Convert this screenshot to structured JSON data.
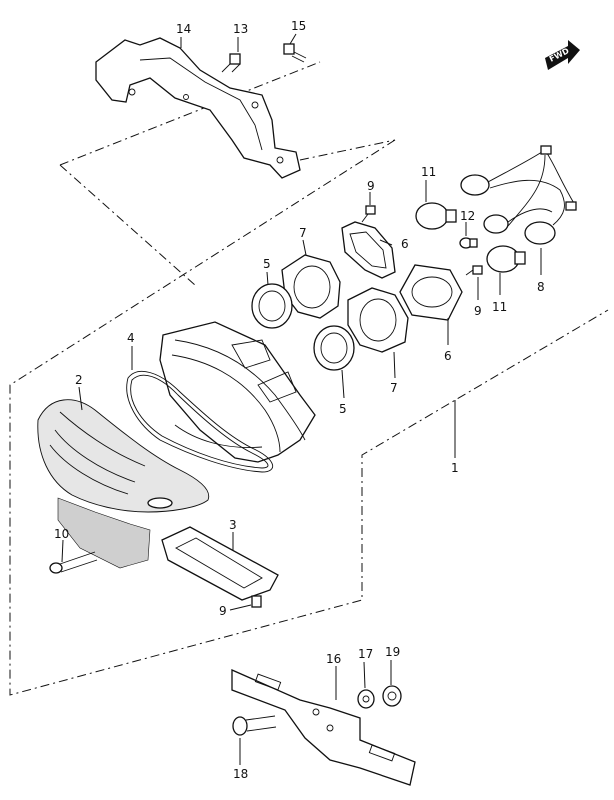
{
  "fwd_badge": "FWD",
  "callouts": [
    {
      "id": "c14",
      "text": "14"
    },
    {
      "id": "c13",
      "text": "13"
    },
    {
      "id": "c15",
      "text": "15"
    },
    {
      "id": "c11a",
      "text": "11"
    },
    {
      "id": "c12",
      "text": "12"
    },
    {
      "id": "c9a",
      "text": "9"
    },
    {
      "id": "c7a",
      "text": "7"
    },
    {
      "id": "c6a",
      "text": "6"
    },
    {
      "id": "c5a",
      "text": "5"
    },
    {
      "id": "c8",
      "text": "8"
    },
    {
      "id": "c9b",
      "text": "9"
    },
    {
      "id": "c11b",
      "text": "11"
    },
    {
      "id": "c6b",
      "text": "6"
    },
    {
      "id": "c4",
      "text": "4"
    },
    {
      "id": "c2",
      "text": "2"
    },
    {
      "id": "c5b",
      "text": "5"
    },
    {
      "id": "c7b",
      "text": "7"
    },
    {
      "id": "c1",
      "text": "1"
    },
    {
      "id": "c3",
      "text": "3"
    },
    {
      "id": "c10",
      "text": "10"
    },
    {
      "id": "c9c",
      "text": "9"
    },
    {
      "id": "c16",
      "text": "16"
    },
    {
      "id": "c17",
      "text": "17"
    },
    {
      "id": "c19",
      "text": "19"
    },
    {
      "id": "c18",
      "text": "18"
    }
  ]
}
